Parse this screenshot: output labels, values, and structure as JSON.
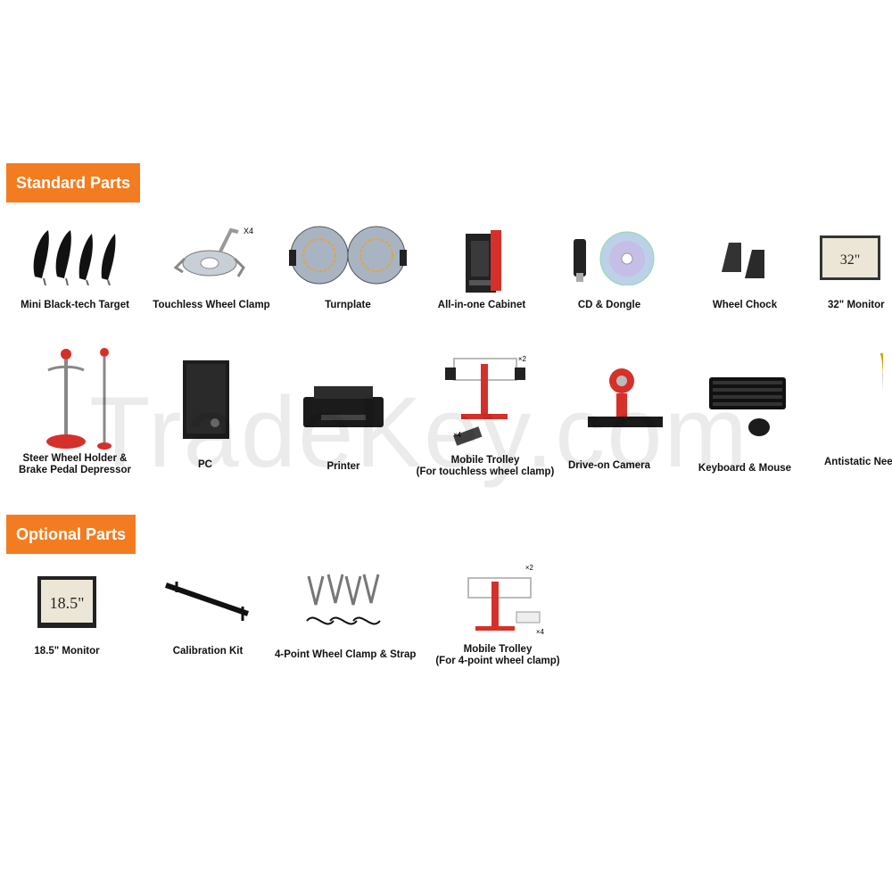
{
  "sections": {
    "standard_title": "Standard Parts",
    "optional_title": "Optional Parts"
  },
  "standard": [
    {
      "label": [
        "Mini Black-tech Target"
      ]
    },
    {
      "label": [
        "Touchless Wheel Clamp"
      ],
      "badge": "X4"
    },
    {
      "label": [
        "Turnplate"
      ]
    },
    {
      "label": [
        "All-in-one Cabinet"
      ]
    },
    {
      "label": [
        "CD & Dongle"
      ]
    },
    {
      "label": [
        "Wheel Chock"
      ]
    },
    {
      "label": [
        "32\" Monitor"
      ],
      "screen_text": "32\""
    },
    {
      "label": [
        "Steer Wheel Holder &",
        "Brake Pedal Depressor"
      ]
    },
    {
      "label": [
        "PC"
      ]
    },
    {
      "label": [
        "Printer"
      ]
    },
    {
      "label": [
        "Mobile Trolley",
        "(For touchless wheel clamp)"
      ],
      "badges": [
        "×2",
        "×4"
      ]
    },
    {
      "label": [
        "Drive-on Camera"
      ]
    },
    {
      "label": [
        "Keyboard & Mouse"
      ]
    },
    {
      "label": [
        "Antistatic Nee"
      ]
    }
  ],
  "optional": [
    {
      "label": [
        "18.5\" Monitor"
      ],
      "screen_text": "18.5\""
    },
    {
      "label": [
        "Calibration Kit"
      ]
    },
    {
      "label": [
        "4-Point Wheel Clamp & Strap"
      ]
    },
    {
      "label": [
        "Mobile Trolley",
        "(For 4-point wheel clamp)"
      ],
      "badges": [
        "×2",
        "×4"
      ]
    }
  ],
  "watermark": "TradeKey.com",
  "colors": {
    "accent": "#f47c20",
    "red": "#d6302a"
  }
}
